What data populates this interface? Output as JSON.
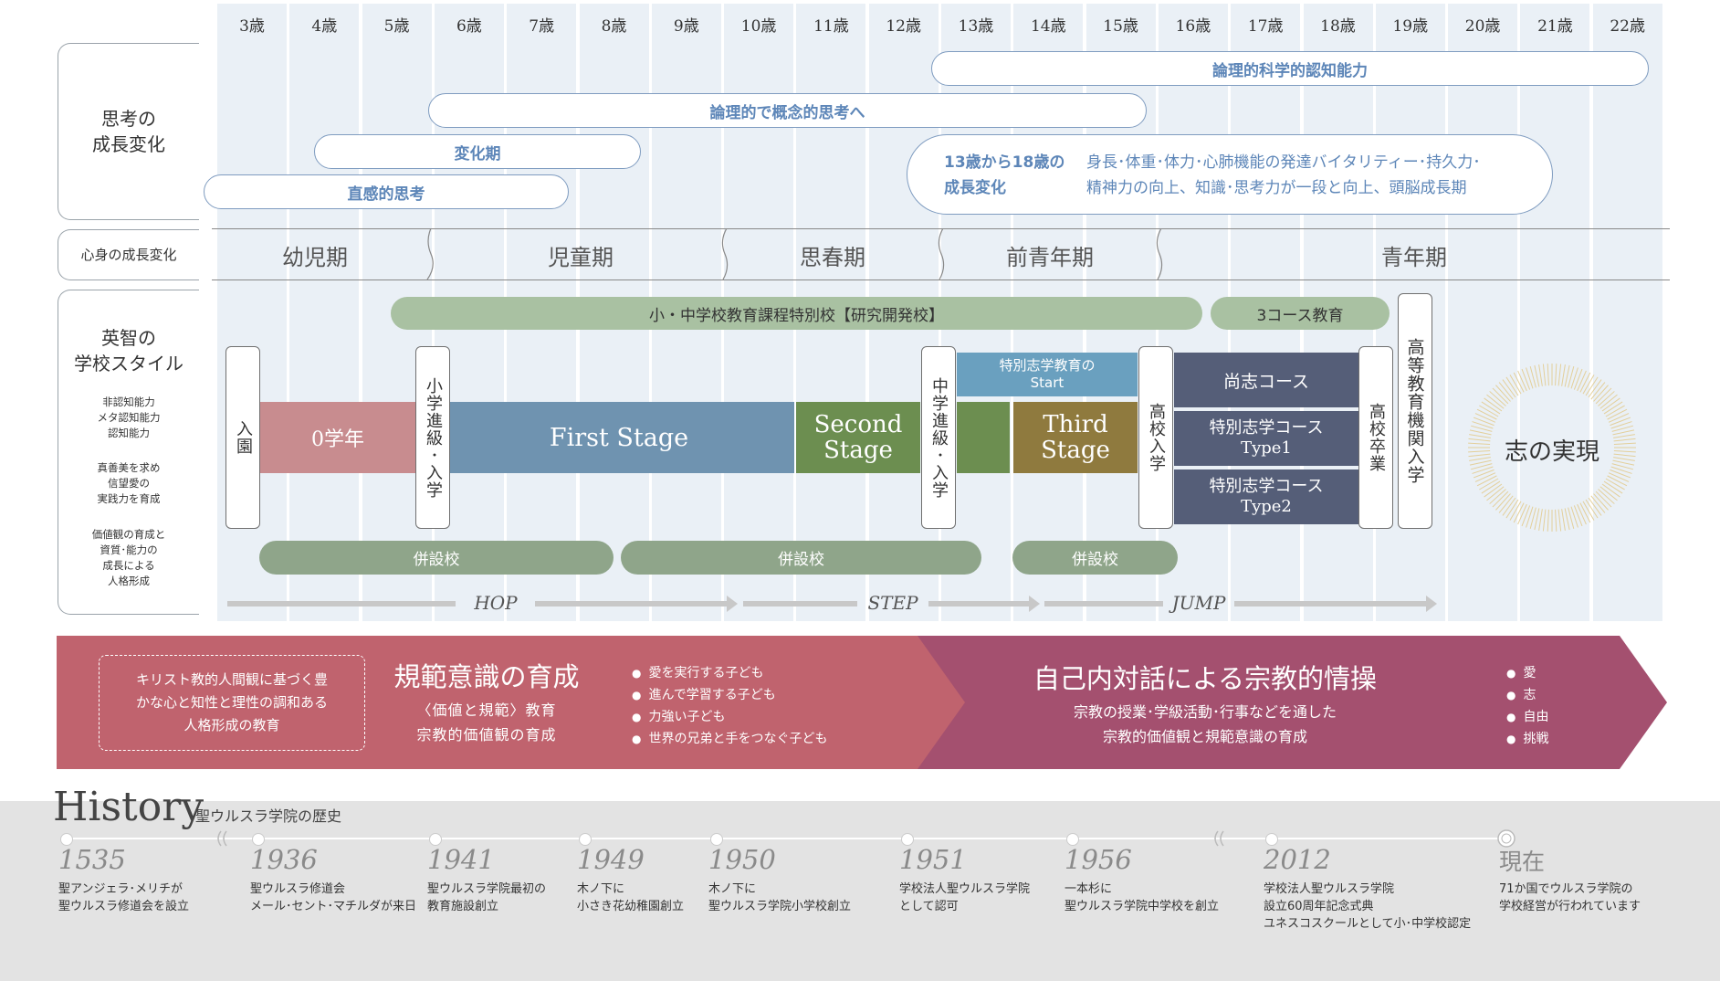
{
  "ages": [
    "3歳",
    "4歳",
    "5歳",
    "6歳",
    "7歳",
    "8歳",
    "9歳",
    "10歳",
    "11歳",
    "12歳",
    "13歳",
    "14歳",
    "15歳",
    "16歳",
    "17歳",
    "18歳",
    "19歳",
    "20歳",
    "21歳",
    "22歳"
  ],
  "thinking": {
    "label": "思考の\n成長変化",
    "pills": [
      "論理的科学的認知能力",
      "論理的で概念的思考へ",
      "変化期",
      "直感的思考"
    ],
    "growth_title": "13歳から18歳の\n成長変化",
    "growth_text": "身長･体重･体力･心肺機能の発達バイタリティー･持久力･\n精神力の向上、知識･思考力が一段と向上、頭脳成長期"
  },
  "mindbody": {
    "label": "心身の成長変化",
    "phases": [
      "幼児期",
      "児童期",
      "思春期",
      "前青年期",
      "青年期"
    ]
  },
  "school": {
    "label": "英智の\n学校スタイル",
    "notes": [
      "非認知能力\nメタ認知能力\n認知能力",
      "真善美を求め\n信望愛の\n実践力を育成",
      "価値観の育成と\n資質･能力の\n成長による\n人格形成"
    ],
    "special_program": "小・中学校教育課程特別校【研究開発校】",
    "three_course": "3コース教育",
    "entry": "入園",
    "year0": "0学年",
    "elementary_entry": "小学進級･入学",
    "first_stage": "First Stage",
    "second_stage": "Second\nStage",
    "junior_entry": "中学進級･入学",
    "tokubetsu_start": "特別志学教育の\nStart",
    "third_stage": "Third\nStage",
    "high_entry": "高校入学",
    "courses": [
      "尚志コース",
      "特別志学コース\nType1",
      "特別志学コース\nType2"
    ],
    "high_grad": "高校卒業",
    "higher_edu": "高等教育機関入学",
    "goal": "志の実現",
    "attached": [
      "併設校",
      "併設校",
      "併設校"
    ],
    "hop": "HOP",
    "step": "STEP",
    "jump": "JUMP"
  },
  "band": {
    "box_text": "キリスト教的人間観に基づく豊\nかな心と知性と理性の調和ある\n人格形成の教育",
    "left_title": "規範意識の育成",
    "left_sub": "〈価値と規範〉教育\n宗教的価値観の育成",
    "left_bullets": [
      "愛を実行する子ども",
      "進んで学習する子ども",
      "力強い子ども",
      "世界の兄弟と手をつなぐ子ども"
    ],
    "right_title": "自己内対話による宗教的情操",
    "right_sub": "宗教の授業･学級活動･行事などを通した\n宗教的価値観と規範意識の育成",
    "right_bullets": [
      "愛",
      "志",
      "自由",
      "挑戦"
    ],
    "colors": {
      "left": "#c0636e",
      "right": "#a4506f"
    }
  },
  "history": {
    "title": "History",
    "subtitle": "聖ウルスラ学院の歴史",
    "events": [
      {
        "year": "1535",
        "text": "聖アンジェラ･メリチが\n聖ウルスラ修道会を設立"
      },
      {
        "year": "1936",
        "text": "聖ウルスラ修道会\nメール･セント･マチルダが来日"
      },
      {
        "year": "1941",
        "text": "聖ウルスラ学院最初の\n教育施設創立"
      },
      {
        "year": "1949",
        "text": "木ノ下に\n小さき花幼稚園創立"
      },
      {
        "year": "1950",
        "text": "木ノ下に\n聖ウルスラ学院小学校創立"
      },
      {
        "year": "1951",
        "text": "学校法人聖ウルスラ学院\nとして認可"
      },
      {
        "year": "1956",
        "text": "一本杉に\n聖ウルスラ学院中学校を創立"
      },
      {
        "year": "2012",
        "text": "学校法人聖ウルスラ学院\n設立60周年記念式典\nユネスコスクールとして小･中学校認定"
      },
      {
        "year": "現在",
        "text": "71か国でウルスラ学院の\n学校経営が行われています"
      }
    ]
  }
}
